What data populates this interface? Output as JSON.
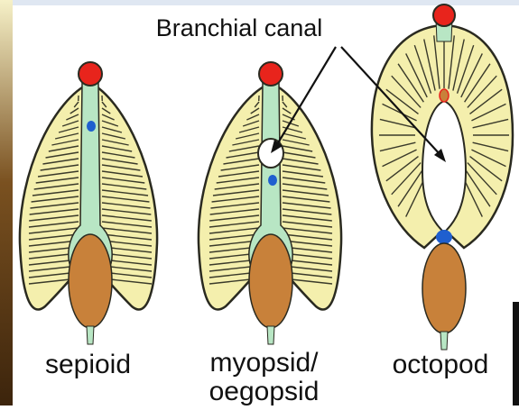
{
  "annotation": {
    "label": "Branchial canal"
  },
  "panels": [
    {
      "id": "sepioid",
      "label_lines": [
        "sepioid"
      ]
    },
    {
      "id": "myopsid-oegopsid",
      "label_lines": [
        "myopsid/",
        "oegopsid"
      ]
    },
    {
      "id": "octopod",
      "label_lines": [
        "octopod"
      ]
    }
  ],
  "colors": {
    "gill_fill": "#f4efad",
    "gill_outline": "#2a2a20",
    "lamella_stroke": "#3a3a2a",
    "axis_green": "#b8e6c4",
    "heart_red": "#e8241c",
    "vessel_blue": "#1f5fcf",
    "body_orange": "#c8813a",
    "background_left": "#5a3a18"
  },
  "icons": [
    "arrow-icon",
    "branchial-canal-opening-icon"
  ]
}
